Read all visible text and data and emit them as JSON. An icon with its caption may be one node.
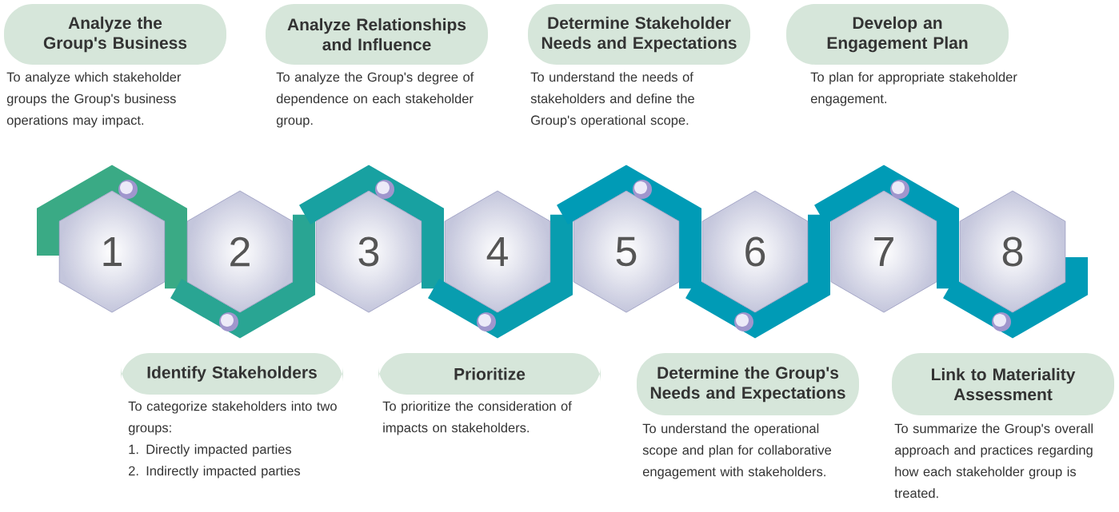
{
  "diagram": {
    "nodes": [
      {
        "text": [
          "Analyze the Group's Business"
        ],
        "beside": [
          "To analyze which stakeholder groups the Group's business operations may impact."
        ]
      },
      {
        "text": [
          "Analyze Relationships and Influence"
        ],
        "beside": [
          "To analyze the Group's degree of dependence on each stakeholder group."
        ]
      },
      {
        "text": [
          "Determine Stakeholder Needs and Expectations"
        ],
        "beside": [
          "To understand the needs of stakeholders and define the Group's operational scope."
        ]
      },
      {
        "text": [
          "Develop an Engagement Plan"
        ],
        "beside": [
          "To plan for appropriate stakeholder engagement."
        ]
      },
      {
        "text": [
          "1"
        ]
      },
      {
        "text": [
          "2"
        ]
      },
      {
        "text": [
          "3"
        ]
      },
      {
        "text": [
          "4"
        ]
      },
      {
        "text": [
          "5"
        ]
      },
      {
        "text": [
          "6"
        ]
      },
      {
        "text": [
          "7"
        ]
      },
      {
        "text": [
          "8"
        ]
      },
      {
        "text": [
          "Identify Stakeholders"
        ],
        "beside": [
          "To categorize stakeholders into two groups:",
          "1. Directly impacted parties",
          "2. Indirectly impacted parties"
        ]
      },
      {
        "text": [
          "Prioritize"
        ],
        "beside": [
          "To prioritize the consideration of impacts on stakeholders."
        ]
      },
      {
        "text": [
          "Determine the Group's Needs and Expectations"
        ],
        "beside": [
          "To understand the operational scope and plan for collaborative engagement with stakeholders."
        ]
      },
      {
        "text": [
          "Link to Materiality Assessment"
        ],
        "beside": [
          "To summarize the Group's overall approach and practices regarding how each stakeholder group is treated."
        ]
      }
    ]
  }
}
